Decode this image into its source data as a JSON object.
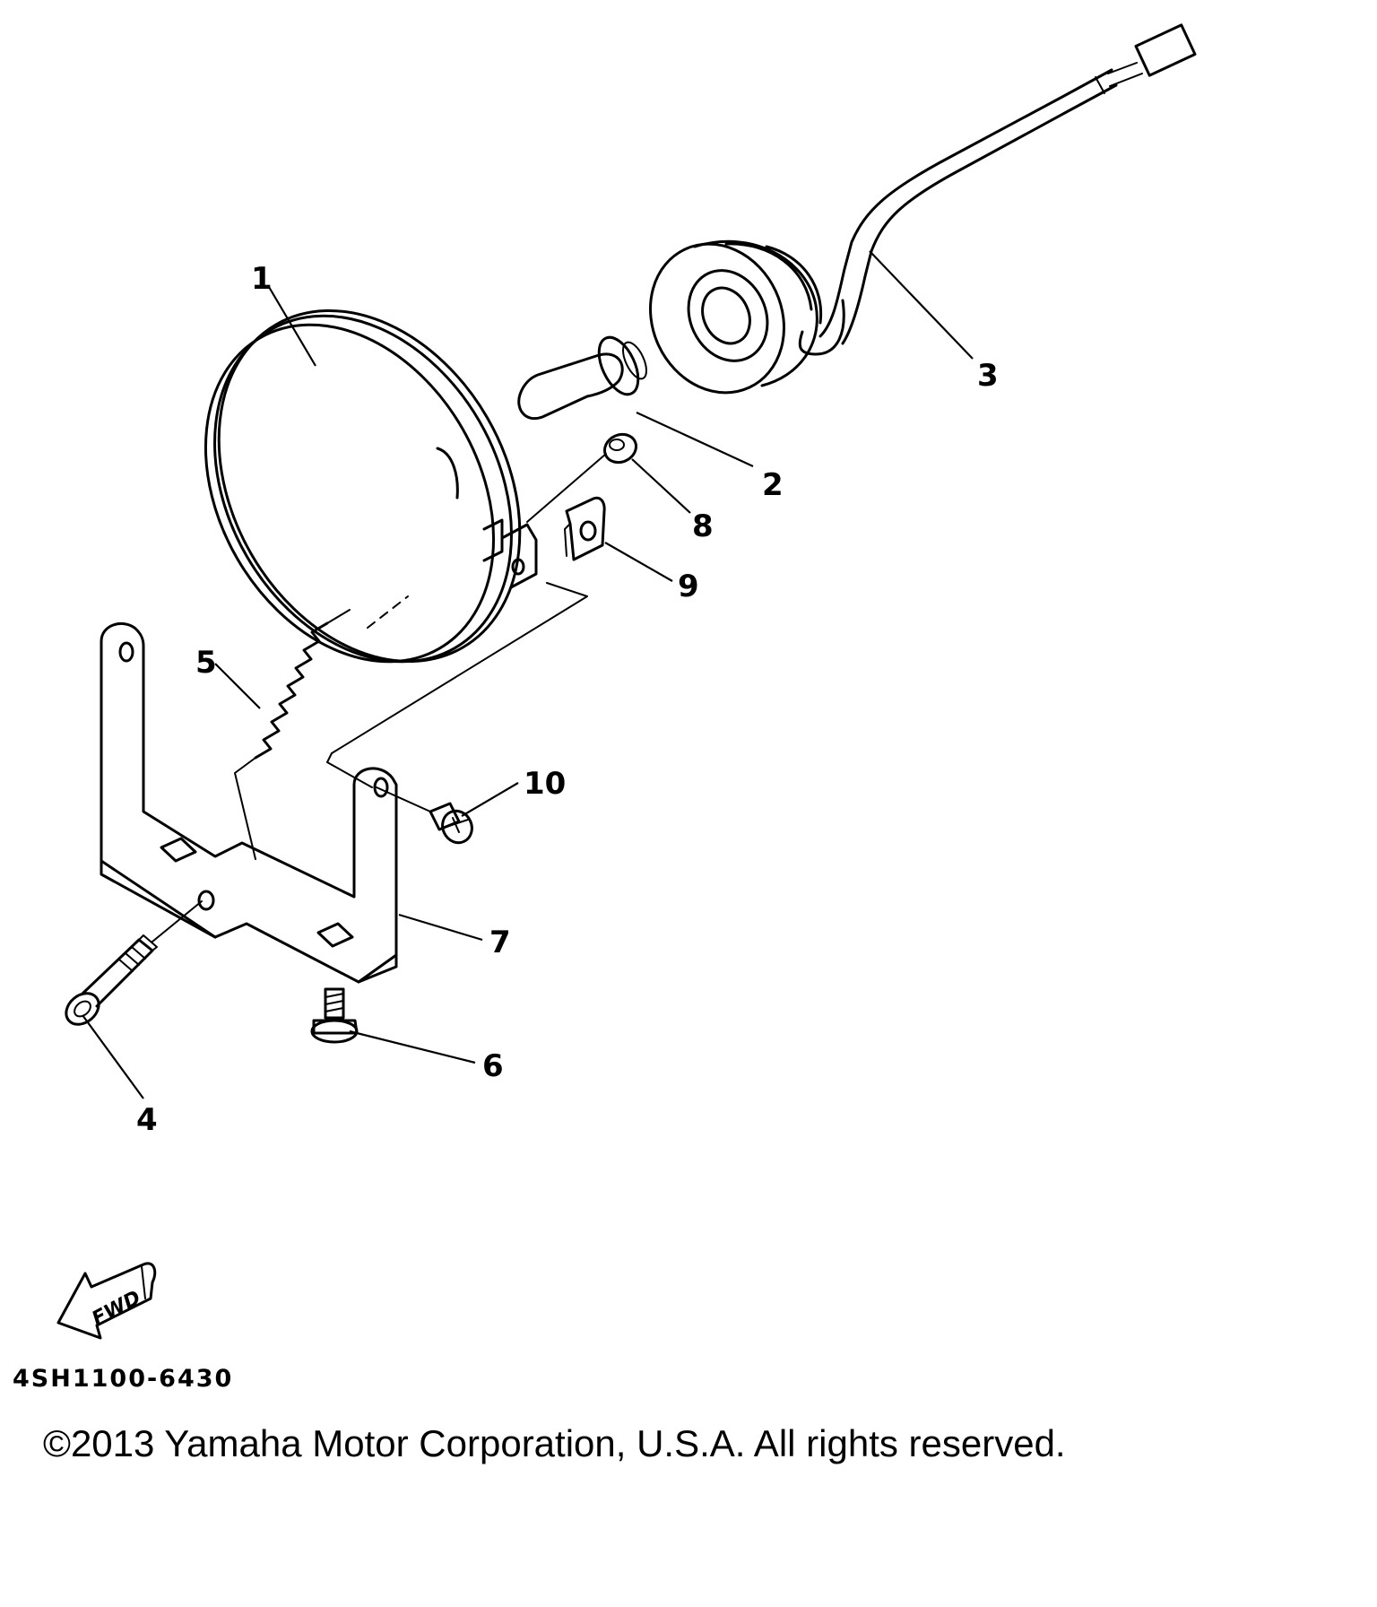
{
  "diagram": {
    "callouts": [
      {
        "id": "1",
        "label": "1"
      },
      {
        "id": "2",
        "label": "2"
      },
      {
        "id": "3",
        "label": "3"
      },
      {
        "id": "4",
        "label": "4"
      },
      {
        "id": "5",
        "label": "5"
      },
      {
        "id": "6",
        "label": "6"
      },
      {
        "id": "7",
        "label": "7"
      },
      {
        "id": "8",
        "label": "8"
      },
      {
        "id": "9",
        "label": "9"
      },
      {
        "id": "10",
        "label": "10"
      }
    ],
    "fwd_label": "FWD",
    "diagram_code": "4SH1100-6430"
  },
  "footer": {
    "copyright": "©2013 Yamaha Motor Corporation, U.S.A. All rights reserved."
  }
}
